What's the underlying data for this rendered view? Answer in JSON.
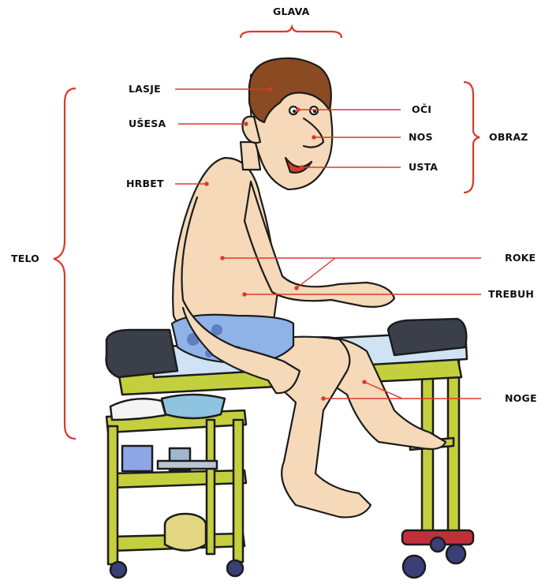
{
  "labels": {
    "glava": "GLAVA",
    "lasje": "LASJE",
    "usesa": "UŠESA",
    "hrbet": "HRBET",
    "telo": "TELO",
    "oci": "OČI",
    "nos": "NOS",
    "usta": "USTA",
    "obraz": "OBRAZ",
    "roke": "ROKE",
    "trebuh": "TREBUH",
    "noge": "NOGE"
  },
  "colors": {
    "bracket": "#d93a2b",
    "leader": "#d93a2b",
    "skin": "#f5d9b8",
    "hair": "#8a4a22",
    "shorts": "#8fb3e6",
    "cart": "#c4cf3e",
    "cushion": "#3a3f4a"
  }
}
